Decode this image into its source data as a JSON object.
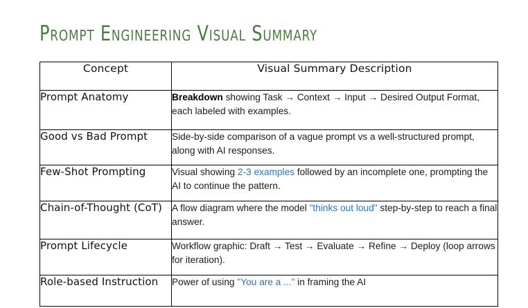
{
  "document": {
    "title": "Prompt Engineering Visual Summary",
    "title_color": "#4A7C3F",
    "highlight_color": "#2E74B5",
    "border_color": "#000000",
    "background_color": "#FFFFFF"
  },
  "table": {
    "headers": {
      "concept": "Concept",
      "description": "Visual Summary Description"
    },
    "rows": [
      {
        "concept": "Prompt Anatomy",
        "description_plain": "Breakdown showing Task → Context → Input → Desired Output Format, each labeled with examples.",
        "description_parts": [
          {
            "text": "Breakdown",
            "style": "bold"
          },
          {
            "text": " showing Task → Context → Input → Desired Output Format, each labeled with examples.",
            "style": "normal"
          }
        ]
      },
      {
        "concept": "Good vs Bad Prompt",
        "description_plain": "Side-by-side comparison of a vague prompt vs a well-structured prompt, along with AI responses.",
        "description_parts": [
          {
            "text": "Side-by-side comparison of a vague prompt vs a well-structured prompt, along with AI responses.",
            "style": "normal"
          }
        ]
      },
      {
        "concept": "Few-Shot Prompting",
        "description_plain": "Visual showing 2-3 examples followed by an incomplete one, prompting the AI to continue the pattern.",
        "description_parts": [
          {
            "text": "Visual showing ",
            "style": "normal"
          },
          {
            "text": "2-3 examples",
            "style": "highlight"
          },
          {
            "text": " followed by an incomplete one, prompting the AI to continue the pattern.",
            "style": "normal"
          }
        ]
      },
      {
        "concept": "Chain-of-Thought (CoT)",
        "description_plain": "A flow diagram where the model \"thinks out loud\" step-by-step to reach a final answer.",
        "description_parts": [
          {
            "text": "A flow diagram where the model ",
            "style": "normal"
          },
          {
            "text": "\"thinks out loud\"",
            "style": "highlight"
          },
          {
            "text": " step-by-step to reach a final answer.",
            "style": "normal"
          }
        ]
      },
      {
        "concept": "Prompt Lifecycle",
        "description_plain": "Workflow graphic: Draft → Test → Evaluate → Refine → Deploy (loop arrows for iteration).",
        "description_parts": [
          {
            "text": "Workflow graphic: Draft → Test → Evaluate → Refine → Deploy (loop arrows for iteration).",
            "style": "normal"
          }
        ]
      },
      {
        "concept": "Role-based Instruction",
        "description_plain": "Power of using \"You are a ...\" in framing the AI",
        "description_parts": [
          {
            "text": "Power of using ",
            "style": "normal"
          },
          {
            "text": "\"You are a ...\"",
            "style": "highlight"
          },
          {
            "text": " in framing the AI",
            "style": "normal"
          }
        ],
        "clipped": true
      }
    ]
  }
}
